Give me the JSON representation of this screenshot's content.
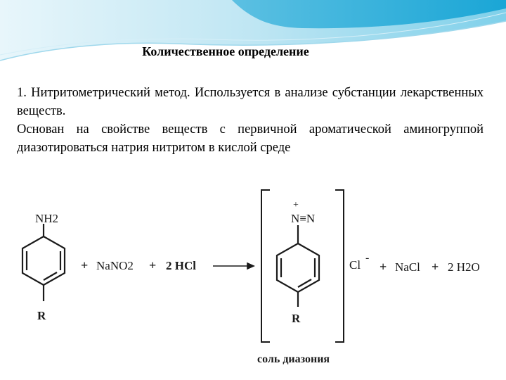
{
  "slide": {
    "title": "Количественное определение",
    "paragraphs": [
      "1. Нитритометрический метод. Используется в анализе субстанции лекарственных веществ.",
      "Основан на свойстве веществ с первичной ароматической аминогруппой диазотироваться натрия нитритом в кислой среде"
    ]
  },
  "scheme": {
    "reactant_top_group": "NH2",
    "reactant_bottom_group": "R",
    "plus_1": "+",
    "reagent_1": "NaNO2",
    "plus_2": "+",
    "reagent_2": "2 HCl",
    "product_top_plus": "+",
    "product_top_group": "N≡N",
    "product_bottom_group": "R",
    "counter_ion": "Cl",
    "counter_ion_charge": "-",
    "plus_3": "+",
    "byproduct_1": "NaCl",
    "plus_4": "+",
    "byproduct_2": "2 H2O",
    "product_caption": "соль диазония"
  },
  "colors": {
    "wave_dark": "#1aa6d6",
    "wave_light": "#bfe6f3",
    "text": "#000000"
  }
}
